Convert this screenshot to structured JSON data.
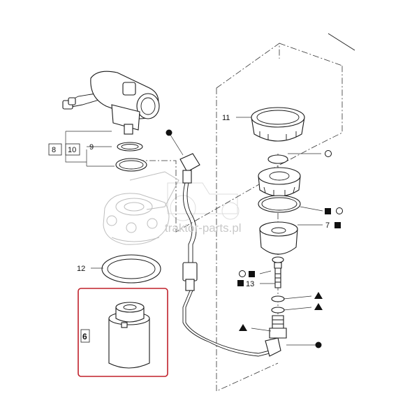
{
  "watermark": "traktor-parts.pl",
  "labels": {
    "p6": "6",
    "p7": "7",
    "p8": "8",
    "p9": "9",
    "p10": "10",
    "p11": "11",
    "p12": "12",
    "p13": "13"
  },
  "colors": {
    "highlight_box": "#c0202a",
    "line": "#1a1a1a",
    "watermark": "#c9c9c9"
  },
  "legend_symbols": [
    "circle",
    "filled-circle",
    "square",
    "triangle"
  ]
}
